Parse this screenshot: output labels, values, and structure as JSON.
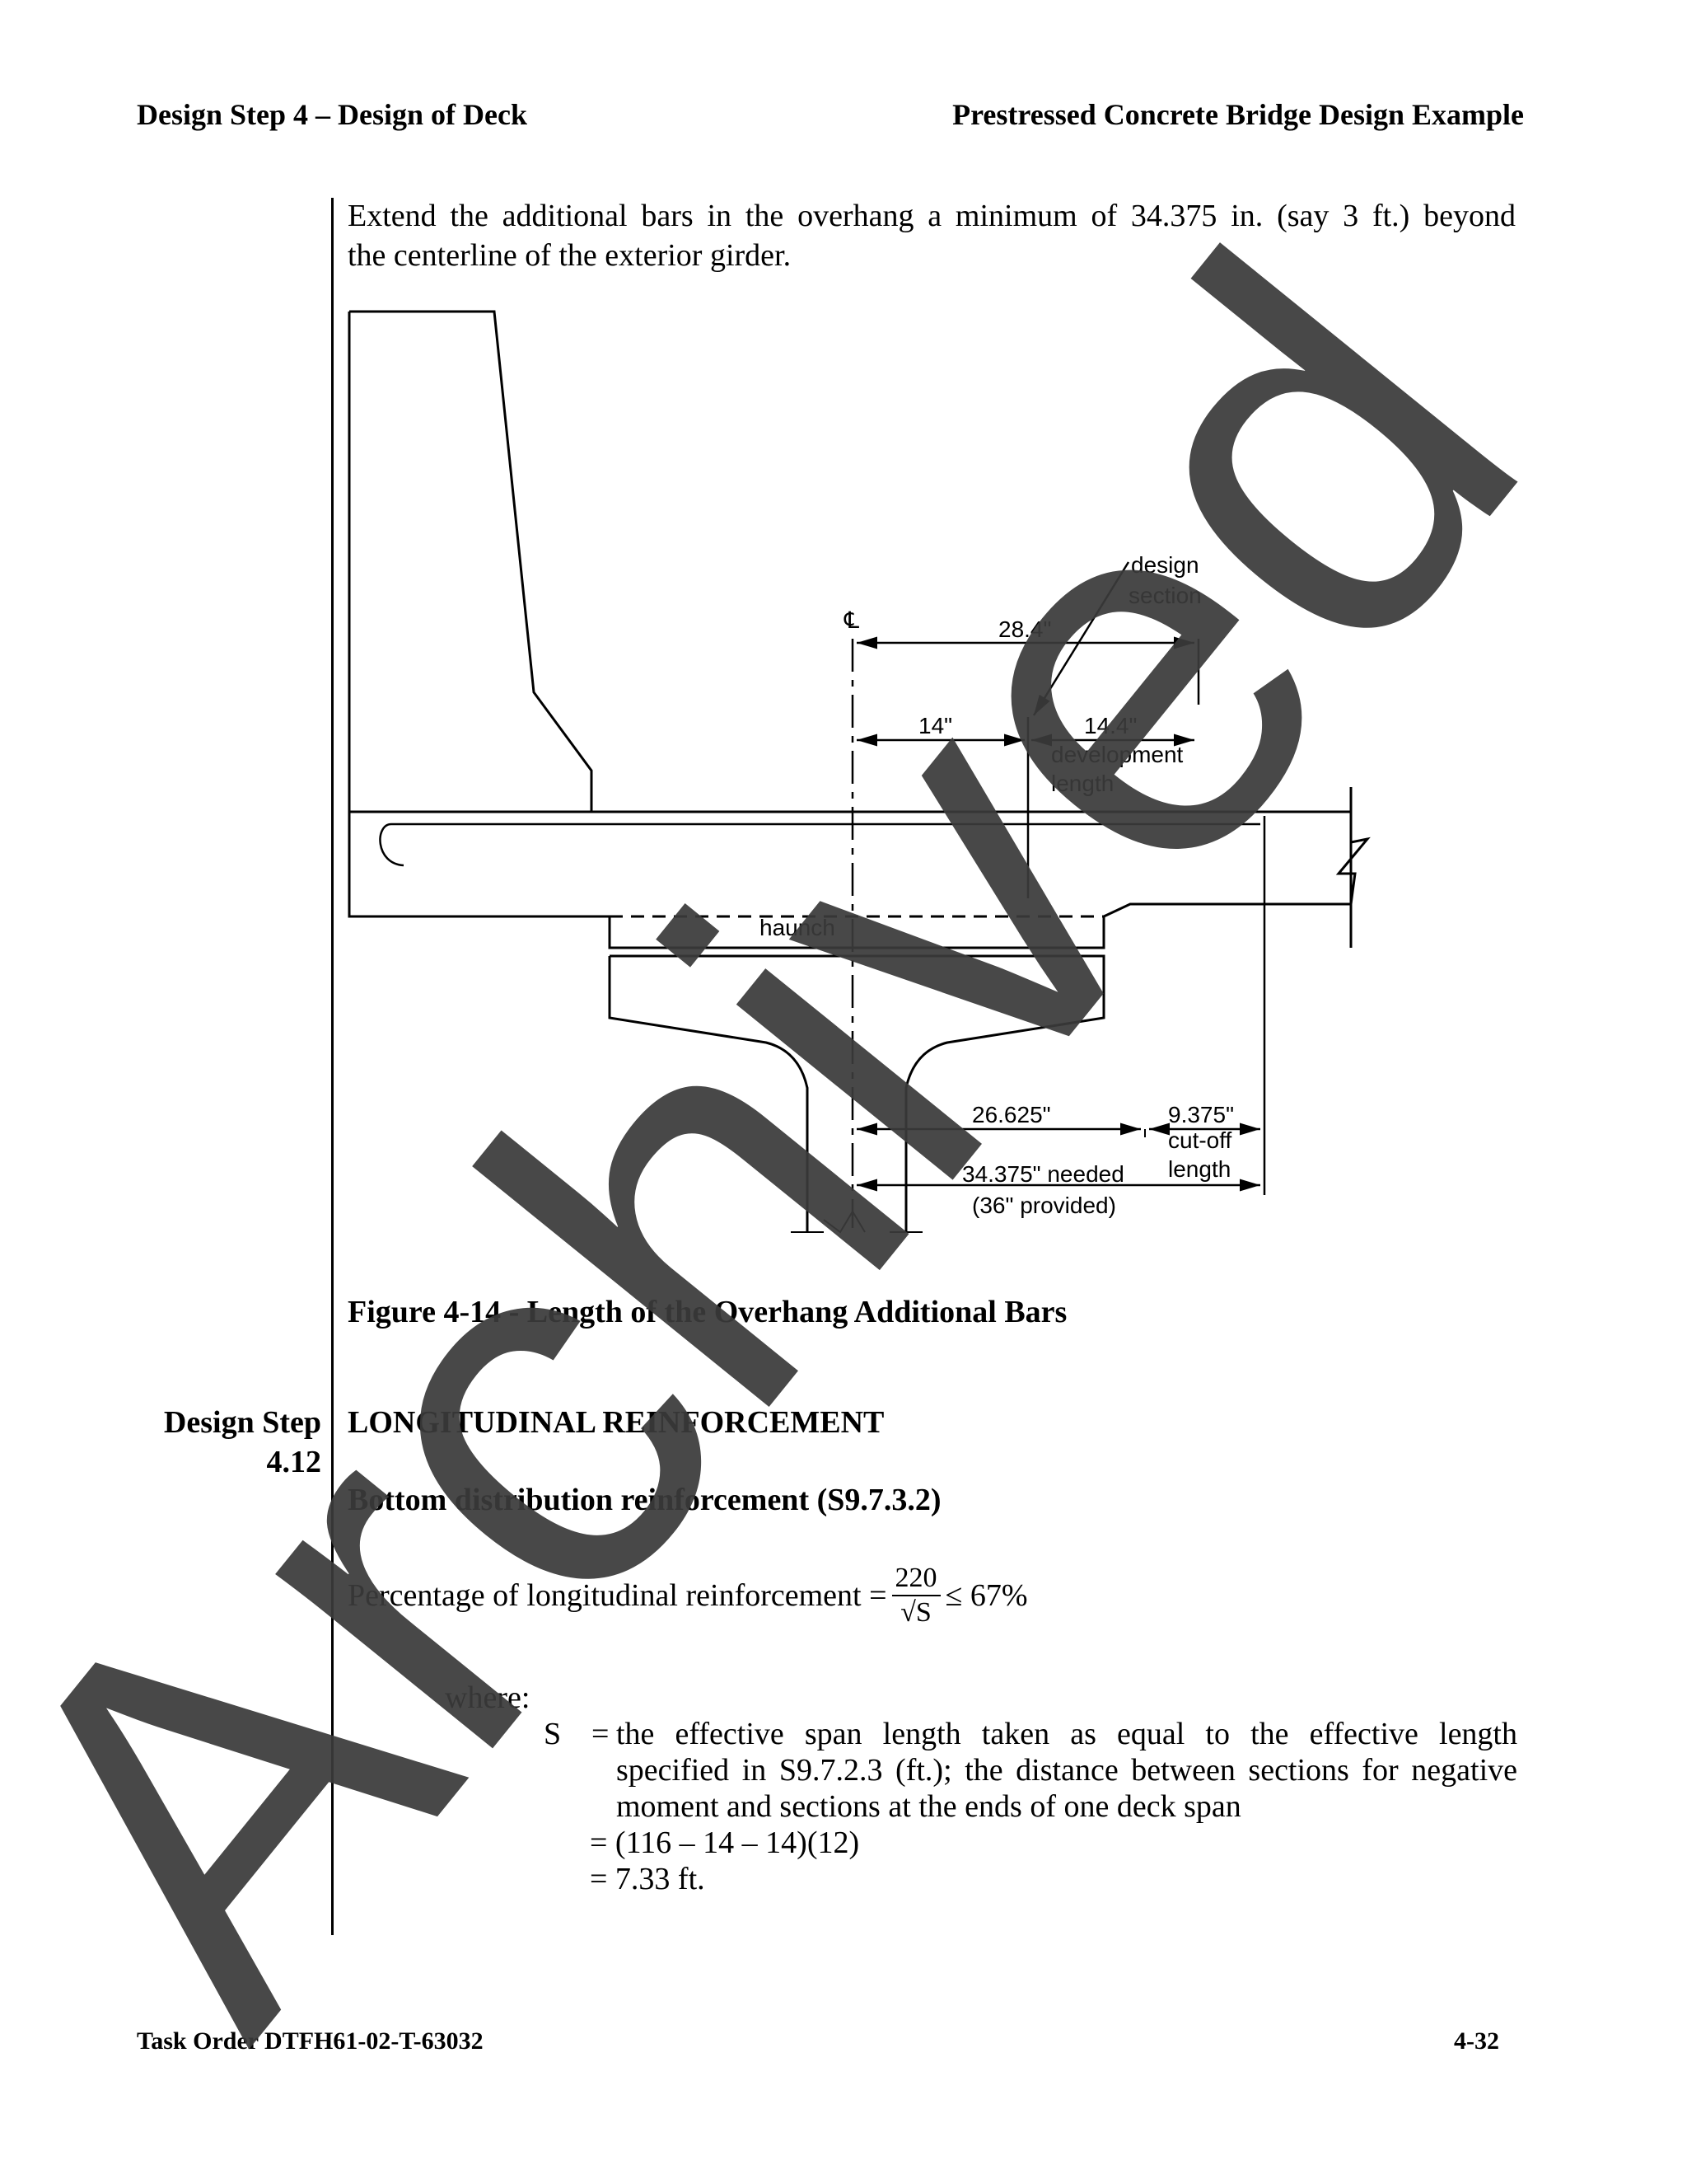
{
  "header": {
    "left": "Design Step 4 – Design of Deck",
    "right": "Prestressed Concrete Bridge Design Example"
  },
  "intro": {
    "line1": "Extend the additional bars in the overhang a minimum of 34.375 in. (say 3 ft.) beyond",
    "line2": "the centerline of the exterior girder."
  },
  "figure": {
    "caption": "Figure 4-14 - Length of the Overhang Additional Bars",
    "labels": {
      "centerline": "℄",
      "design1": "design",
      "design2": "section",
      "dim28": "28.4\"",
      "dim14": "14\"",
      "dim144": "14.4\"",
      "dev1": "development",
      "dev2": "length",
      "haunch": "haunch",
      "dim26": "26.625\"",
      "dim9": "9.375\"",
      "cut1": "cut-off",
      "cut2": "length",
      "needed": "34.375\" needed",
      "provided": "(36\" provided)"
    }
  },
  "section": {
    "step_label": "Design Step",
    "step_number": "4.12",
    "title": "LONGITUDINAL REINFORCEMENT",
    "subtitle": "Bottom distribution reinforcement (S9.7.3.2)",
    "formula_prefix": "Percentage of longitudinal reinforcement =",
    "formula_num": "220",
    "formula_den": "√S",
    "formula_suffix": "≤  67%",
    "where": "where:",
    "s_symbol": "S",
    "s_eq": "=",
    "s_def1": "the effective span length taken as equal to the effective length",
    "s_def2": "specified in S9.7.2.3 (ft.); the distance between sections for negative",
    "s_def3": "moment and sections at the ends of one deck span",
    "calc1": "= (116 – 14 – 14)(12)",
    "calc2": "= 7.33 ft."
  },
  "footer": {
    "left": "Task Order DTFH61-02-T-63032",
    "right": "4-32"
  },
  "watermark": "Archived"
}
